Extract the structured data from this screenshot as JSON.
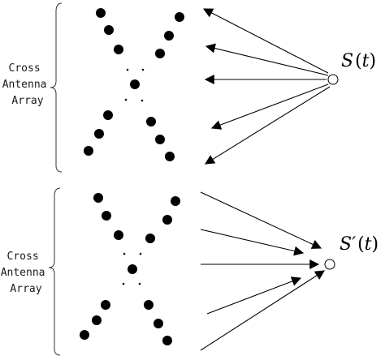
{
  "top_panel": {
    "label_lines": [
      "Cross",
      "Antenna",
      "Array"
    ],
    "source_name": "S",
    "source_arg": "t"
  },
  "bottom_panel": {
    "label_lines": [
      "Cross",
      "Antenna",
      "Array"
    ],
    "source_name": "S′",
    "source_arg": "t"
  }
}
